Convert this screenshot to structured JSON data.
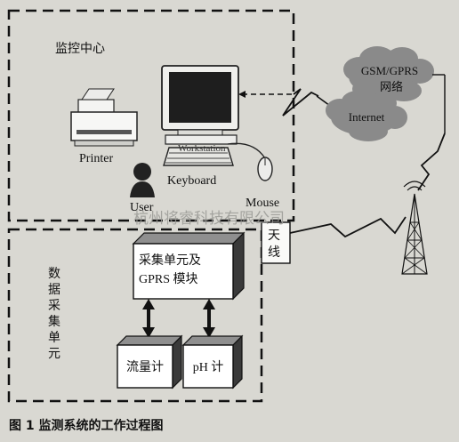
{
  "monitoring_center": {
    "label": "监控中心",
    "printer_label": "Printer",
    "workstation_label": "Workstation",
    "keyboard_label": "Keyboard",
    "user_label": "User",
    "mouse_label": "Mouse"
  },
  "network": {
    "gsm_gprs_line1": "GSM/GPRS",
    "gsm_gprs_line2": "网络",
    "internet_label": "Internet"
  },
  "antenna": {
    "label": "天线"
  },
  "collection_unit": {
    "label": "数据采集单元",
    "module_line1": "采集单元及",
    "module_line2": "GPRS 模块",
    "flowmeter_label": "流量计",
    "ph_meter_label": "pH 计"
  },
  "watermark": "杭州将睿科技有限公司",
  "caption": "图 1   监测系统的工作过程图",
  "colors": {
    "background": "#d9d8d2",
    "ink": "#111111",
    "box_face": "#ffffff",
    "box_shadow": "#4a4a4a",
    "cloud": "#8a8a8a"
  }
}
